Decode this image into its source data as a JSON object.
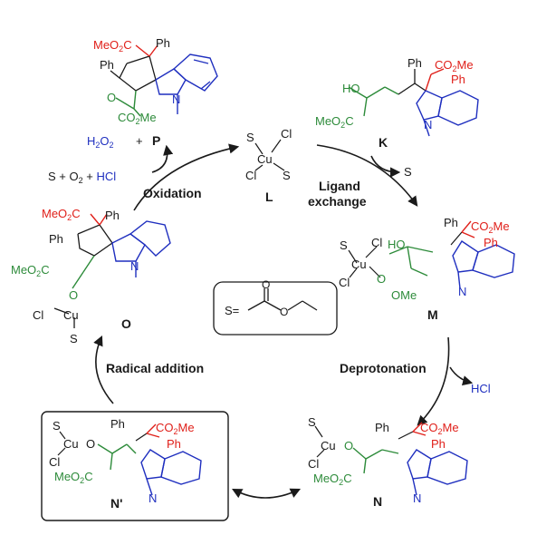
{
  "colors": {
    "black": "#1a1a1a",
    "red": "#e0201a",
    "green": "#2d8b3a",
    "blue": "#1f2fbf"
  },
  "steps": {
    "ligand_exchange": [
      "Ligand",
      "exchange"
    ],
    "deprotonation": "Deprotonation",
    "radical_addition": "Radical addition",
    "oxidation": "Oxidation"
  },
  "species": {
    "L": "L",
    "K": "K",
    "M": "M",
    "N": "N",
    "N_prime": "N'",
    "O": "O",
    "P": "P"
  },
  "byproducts": {
    "S": "S",
    "HCl": "HCl",
    "H2O2": "HO",
    "S_O2_HCl": "S + O",
    "plus": "+",
    "HCl_in": "HCl"
  },
  "labels": {
    "MeO2C": "MeO",
    "CO2Me": "CO",
    "Me": "Me",
    "Ph": "Ph",
    "HO": "HO",
    "OMe": "OMe",
    "Cu": "Cu",
    "Cl": "Cl",
    "S": "S",
    "N": "N",
    "O": "O",
    "two": "2",
    "S_def": "S="
  }
}
